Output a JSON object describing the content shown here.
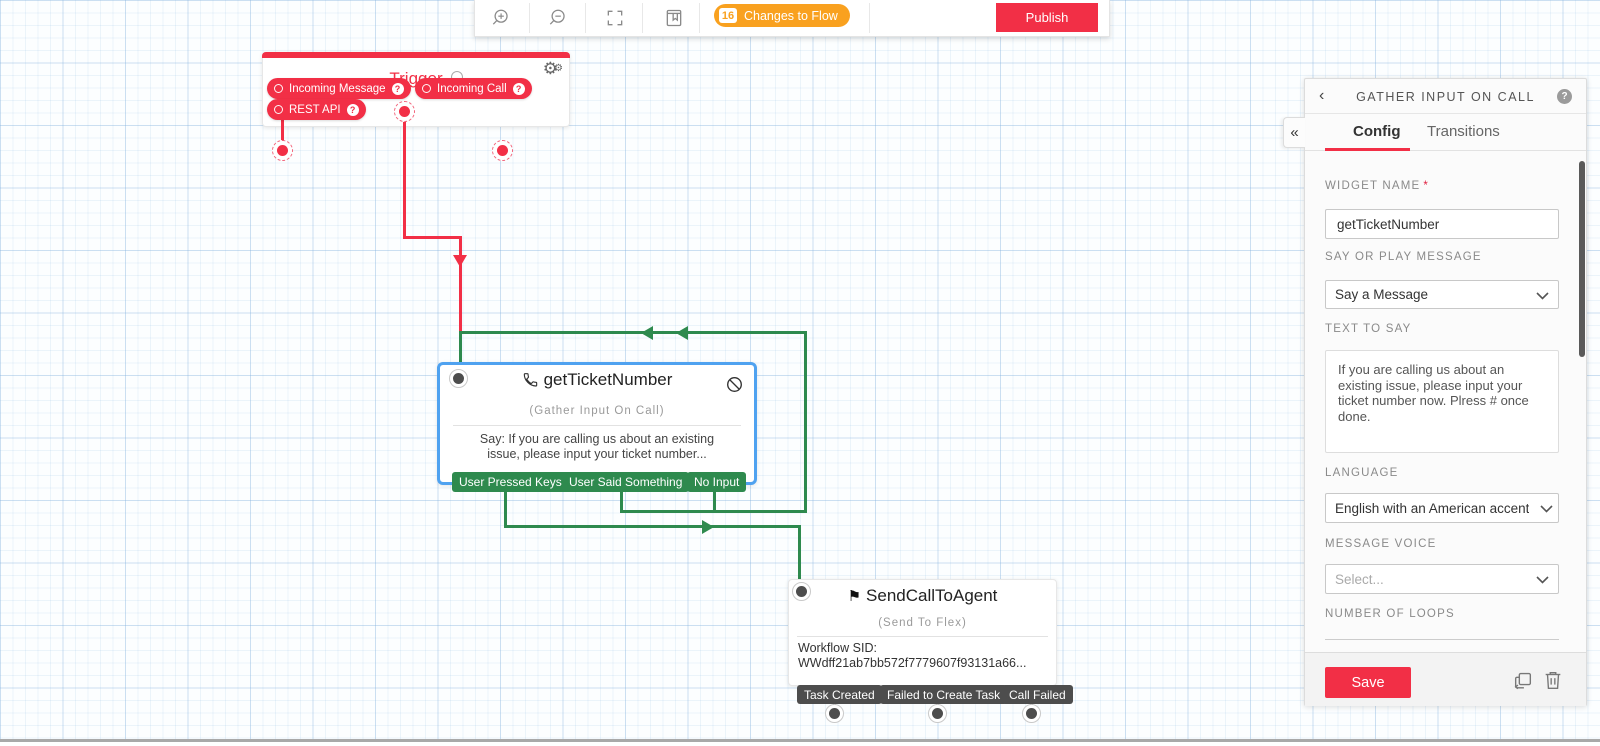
{
  "toolbar": {
    "changes_badge": {
      "count": "16",
      "label": "Changes to Flow"
    },
    "publish_label": "Publish"
  },
  "canvas": {
    "trigger": {
      "title": "Trigger",
      "pills": [
        "Incoming Message",
        "Incoming Call",
        "REST API"
      ]
    },
    "gather": {
      "title": "getTicketNumber",
      "subtitle": "(Gather Input On Call)",
      "body": "Say: If you are calling us about an existing issue, please input your ticket number...",
      "transitions": [
        "User Pressed Keys",
        "User Said Something",
        "No Input"
      ]
    },
    "flex": {
      "title": "SendCallToAgent",
      "subtitle": "(Send To Flex)",
      "workflow_label": "Workflow SID:",
      "workflow_sid": "WWdff21ab7bb572f7779607f93131a66...",
      "transitions": [
        "Task Created",
        "Failed to Create Task",
        "Call Failed"
      ]
    }
  },
  "panel": {
    "title": "GATHER INPUT ON CALL",
    "tabs": {
      "config": "Config",
      "transitions": "Transitions"
    },
    "widget_name": {
      "label": "WIDGET NAME",
      "required_mark": "*",
      "value": "getTicketNumber"
    },
    "say_or_play": {
      "label": "SAY OR PLAY MESSAGE",
      "value": "Say a Message"
    },
    "text_to_say": {
      "label": "TEXT TO SAY",
      "value": "If you are calling us about an existing issue, please input your ticket number now. Plress # once done."
    },
    "language": {
      "label": "LANGUAGE",
      "value": "English with an American accent"
    },
    "message_voice": {
      "label": "MESSAGE VOICE",
      "placeholder": "Select..."
    },
    "number_of_loops": {
      "label": "NUMBER OF LOOPS"
    },
    "save_label": "Save"
  },
  "icons": {
    "q_mark": "?",
    "gear_glyph": "⚙",
    "collapse_glyph": "«",
    "back_glyph": "‹",
    "flag_glyph": "⚑"
  },
  "colors": {
    "red": "#F22F46",
    "green": "#2E8A4E",
    "orange": "#F9A11F",
    "selection_blue": "#4FA2F0",
    "dark_pill": "#4D4D4D"
  }
}
